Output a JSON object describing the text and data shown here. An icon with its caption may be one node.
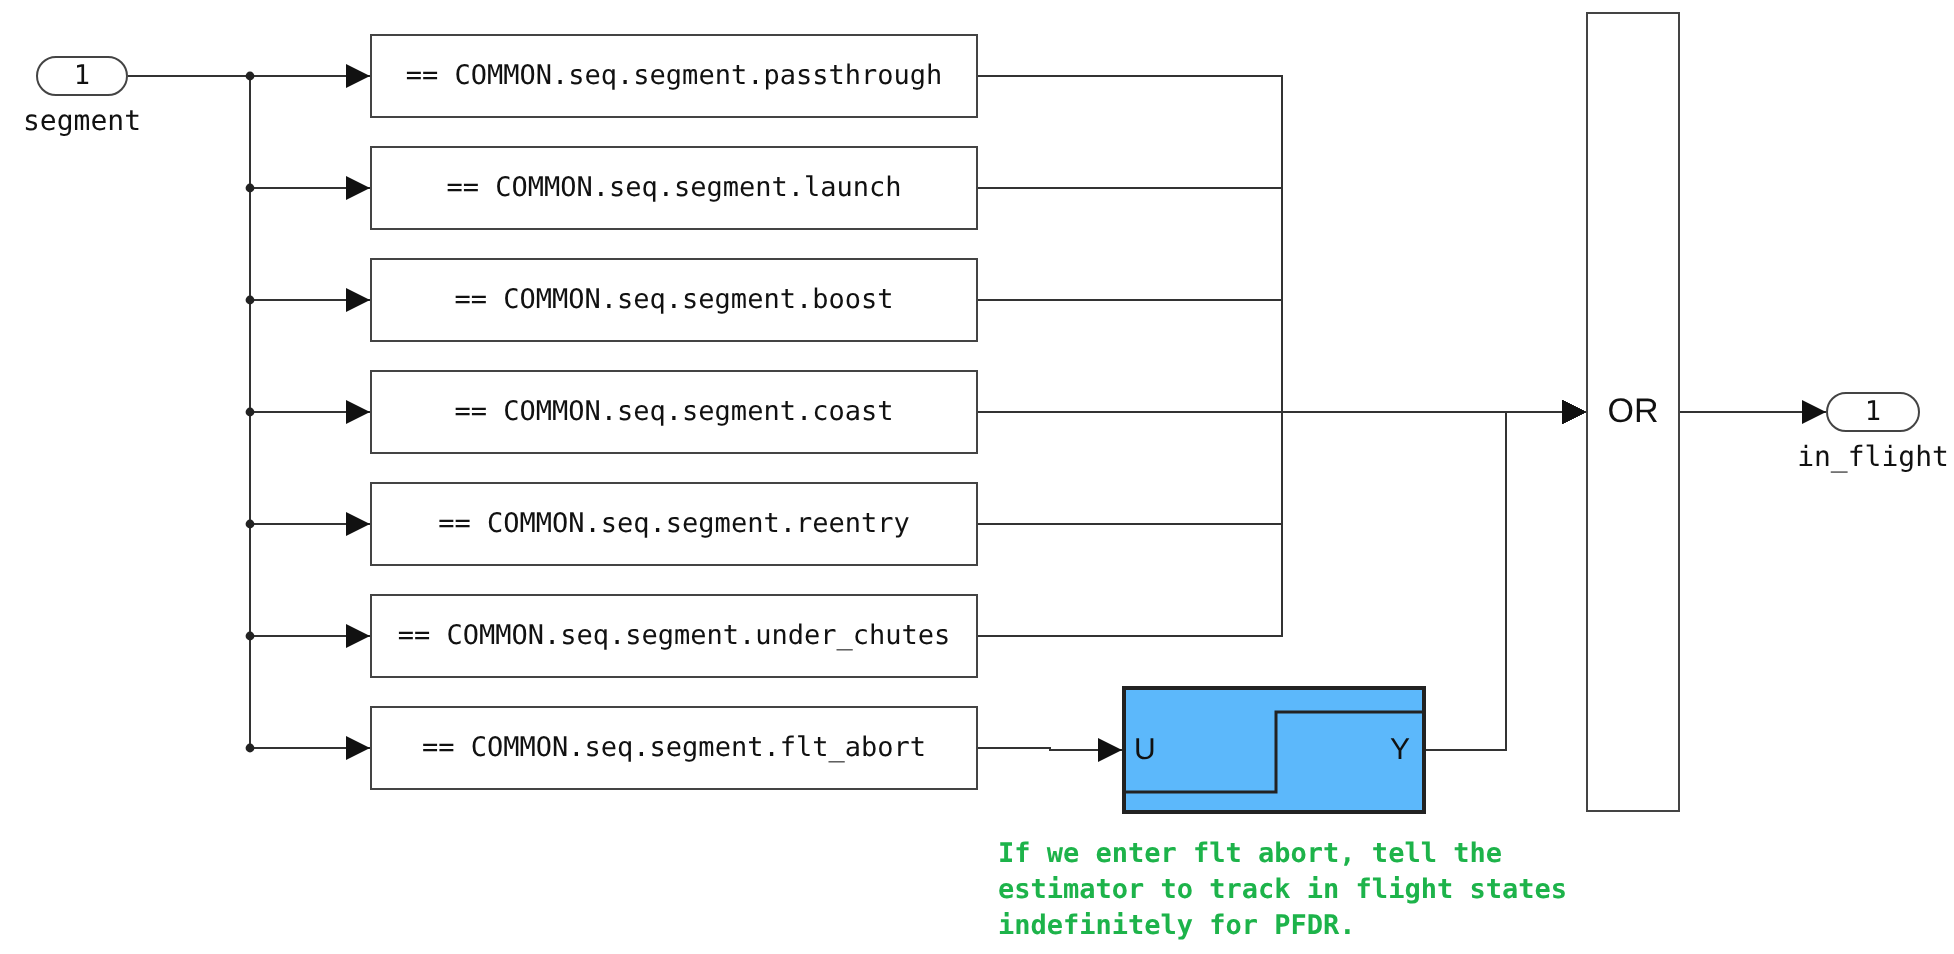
{
  "diagram": {
    "nodes": [
      {
        "text": [
          "1"
        ],
        "beside": [
          "segment"
        ]
      },
      {
        "text": [
          "== COMMON.seq.segment.passthrough"
        ]
      },
      {
        "text": [
          "== COMMON.seq.segment.launch"
        ]
      },
      {
        "text": [
          "== COMMON.seq.segment.boost"
        ]
      },
      {
        "text": [
          "== COMMON.seq.segment.coast"
        ]
      },
      {
        "text": [
          "== COMMON.seq.segment.reentry"
        ]
      },
      {
        "text": [
          "== COMMON.seq.segment.under_chutes"
        ]
      },
      {
        "text": [
          "== COMMON.seq.segment.flt_abort"
        ]
      },
      {
        "text": [
          "U",
          "Y"
        ]
      },
      {
        "text": [
          "OR"
        ]
      },
      {
        "text": [
          "1"
        ],
        "beside": [
          "in_flight"
        ]
      }
    ],
    "edges": [
      {
        "from": 0,
        "to": 1,
        "arrow": "to"
      },
      {
        "from": 0,
        "to": 2,
        "arrow": "to"
      },
      {
        "from": 0,
        "to": 3,
        "arrow": "to"
      },
      {
        "from": 0,
        "to": 4,
        "arrow": "to"
      },
      {
        "from": 0,
        "to": 5,
        "arrow": "to"
      },
      {
        "from": 0,
        "to": 6,
        "arrow": "to"
      },
      {
        "from": 0,
        "to": 7,
        "arrow": "to"
      },
      {
        "from": 1,
        "to": 9,
        "arrow": "to"
      },
      {
        "from": 2,
        "to": 9,
        "arrow": "to"
      },
      {
        "from": 3,
        "to": 9,
        "arrow": "to"
      },
      {
        "from": 4,
        "to": 9,
        "arrow": "to"
      },
      {
        "from": 5,
        "to": 9,
        "arrow": "to"
      },
      {
        "from": 6,
        "to": 9,
        "arrow": "to"
      },
      {
        "from": 7,
        "to": 8,
        "arrow": "to"
      },
      {
        "from": 8,
        "to": 9,
        "arrow": "to"
      },
      {
        "from": 9,
        "to": 10,
        "arrow": "to"
      }
    ],
    "labels": [
      "If we enter flt abort, tell the estimator to track in flight states indefinitely for PFDR."
    ]
  }
}
